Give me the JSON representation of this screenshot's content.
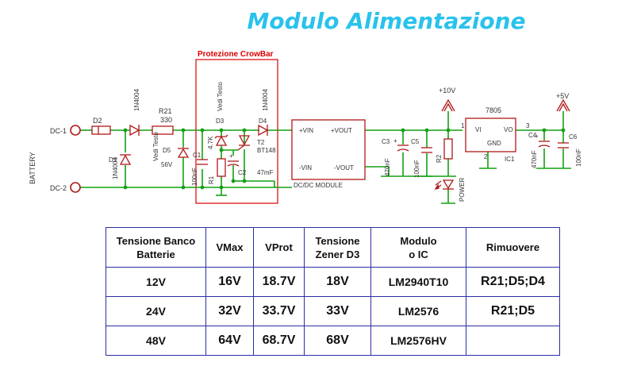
{
  "title": "Modulo Alimentazione",
  "schematic": {
    "crowbar_label": "Protezione CrowBar",
    "terminals": {
      "dc1": "DC-1",
      "dc2": "DC-2",
      "battery": "BATTERY"
    },
    "d2": {
      "ref": "D2"
    },
    "d1": {
      "ref": "D1",
      "value": "1N4004"
    },
    "d1n4004_top": "1N4004",
    "r21": {
      "ref": "R21",
      "value": "330"
    },
    "d5": {
      "ref": "D5",
      "value": "56V",
      "note": "Vedi Testo"
    },
    "d3": {
      "ref": "D3",
      "note": "Vedi Testo"
    },
    "d4": {
      "ref": "D4",
      "value": "1N4004"
    },
    "c1": {
      "ref": "C1",
      "value": "100nF"
    },
    "r1": {
      "ref": "R1",
      "value": "4.7K"
    },
    "c2": {
      "ref": "C2",
      "value": "47mF"
    },
    "t2": {
      "ref": "T2",
      "value": "BT148"
    },
    "dcdc": {
      "vin_p": "+VIN",
      "vout_p": "+VOUT",
      "vin_n": "-VIN",
      "vout_n": "-VOUT",
      "label": "DC/DC MODULE"
    },
    "c3": {
      "ref": "C3",
      "value": "470nF"
    },
    "c5": {
      "ref": "C5",
      "value": "100nF"
    },
    "plus10": "+10V",
    "r2": {
      "ref": "R2"
    },
    "power": "POWER",
    "ic1": {
      "part": "7805",
      "ref": "IC1",
      "vi": "VI",
      "vo": "VO",
      "gnd": "GND",
      "pin1": "1",
      "pin2": "2",
      "pin3": "3"
    },
    "c4": {
      "ref": "C4",
      "value": "470nF"
    },
    "c6": {
      "ref": "C6",
      "value": "100nF"
    },
    "plus5": "+5V"
  },
  "table": {
    "headers": [
      [
        "Tensione Banco",
        "Batterie"
      ],
      [
        "VMax"
      ],
      [
        "VProt"
      ],
      [
        "Tensione",
        "Zener D3"
      ],
      [
        "Modulo",
        "o IC"
      ],
      [
        "Rimuovere"
      ]
    ],
    "rows": [
      [
        "12V",
        "16V",
        "18.7V",
        "18V",
        "LM2940T10",
        "R21;D5;D4"
      ],
      [
        "24V",
        "32V",
        "33.7V",
        "33V",
        "LM2576",
        "R21;D5"
      ],
      [
        "48V",
        "64V",
        "68.7V",
        "68V",
        "LM2576HV",
        ""
      ]
    ]
  }
}
